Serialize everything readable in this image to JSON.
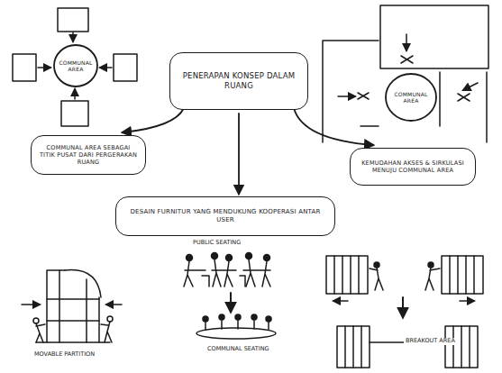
{
  "diagram": {
    "nodes": [
      {
        "text": [
          "PENERAPAN KONSEP DALAM RUANG"
        ]
      },
      {
        "text": [
          "COMMUNAL AREA"
        ]
      },
      {
        "text": [
          "COMMUNAL AREA SEBAGAI TITIK PUSAT DARI PERGERAKAN RUANG"
        ]
      },
      {
        "text": [
          "COMMUNAL AREA"
        ]
      },
      {
        "text": [
          "KEMUDAHAN AKSES & SIRKULASI MENUJU COMMUNAL AREA"
        ]
      },
      {
        "text": [
          "DESAIN FURNITUR YANG MENDUKUNG KOOPERASI ANTAR USER"
        ]
      }
    ],
    "edges": [
      {
        "from": 0,
        "to": 2,
        "arrow": "to"
      },
      {
        "from": 0,
        "to": 5,
        "arrow": "to"
      },
      {
        "from": 0,
        "to": 4,
        "arrow": "to"
      }
    ],
    "labels": [
      "PUBLIC SEATING",
      "COMMUNAL SEATING",
      "MOVABLE PARTITION",
      "BREAKOUT AREA"
    ]
  }
}
